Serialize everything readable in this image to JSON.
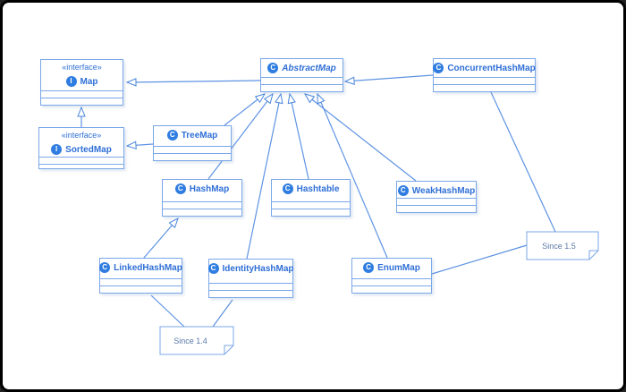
{
  "diagram": {
    "stereotype": "«interface»",
    "icons": {
      "class_letter": "C",
      "interface_letter": "I"
    },
    "nodes": {
      "map": {
        "name": "Map"
      },
      "sortedmap": {
        "name": "SortedMap"
      },
      "treemap": {
        "name": "TreeMap"
      },
      "abstractmap": {
        "name": "AbstractMap"
      },
      "concurrenthashmap": {
        "name": "ConcurrentHashMap"
      },
      "hashmap": {
        "name": "HashMap"
      },
      "hashtable": {
        "name": "Hashtable"
      },
      "weakhashmap": {
        "name": "WeakHashMap"
      },
      "linkedhashmap": {
        "name": "LinkedHashMap"
      },
      "identityhashmap": {
        "name": "IdentityHashMap"
      },
      "enummap": {
        "name": "EnumMap"
      }
    },
    "notes": {
      "since15": {
        "text": "Since 1.5"
      },
      "since14": {
        "text": "Since 1.4"
      }
    },
    "colors": {
      "box_border": "#7aa7e8",
      "name_text": "#2f6fd6",
      "icon_bg": "#2f7de1",
      "edge": "#5e93e3"
    }
  }
}
